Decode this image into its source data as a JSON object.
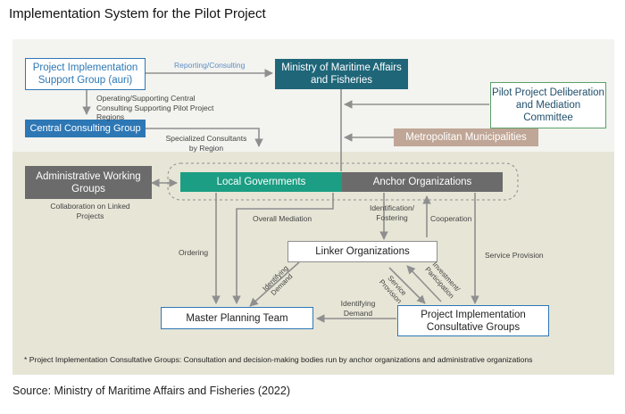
{
  "title": "Implementation System for the Pilot Project",
  "source": "Source: Ministry of Maritime Affairs and Fisheries (2022)",
  "footnote": "* Project Implementation Consultative Groups: Consultation and decision-making bodies run by anchor organizations and administrative organizations",
  "nodes": {
    "pisg": "Project Implementation Support Group (auri)",
    "ministry": "Ministry of Maritime Affairs and Fisheries",
    "committee": "Pilot Project Deliberation and Mediation Committee",
    "ccg": "Central Consulting Group",
    "metro": "Metropolitan Municipalities",
    "awg": "Administrative Working Groups",
    "local": "Local Governments",
    "anchor": "Anchor Organizations",
    "linker": "Linker Organizations",
    "master": "Master Planning Team",
    "picg": "Project Implementation Consultative Groups"
  },
  "edges": {
    "reporting": "Reporting/Consulting",
    "operating": "Operating/Supporting Central Consulting Supporting Pilot Project Regions",
    "specialized": "Specialized Consultants by Region",
    "collab": "Collaboration on Linked Projects",
    "mediation": "Overall Mediation",
    "ordering": "Ordering",
    "identification": "Identification/ Fostering",
    "cooperation": "Cooperation",
    "service_provision": "Service Provision",
    "identifying_demand_1": "Identifying Demand",
    "identifying_demand_2": "Identifying Demand",
    "investment": "Investment/ Participation",
    "service_provision_2": "Service Provision"
  },
  "colors": {
    "blue": "#2d77b5",
    "teal": "#1b9e83",
    "dark_teal": "#1f6679",
    "gray": "#6b6b6b",
    "tan": "#c0a696",
    "green_border": "#5aa06a",
    "line": "#8f8f8f"
  }
}
